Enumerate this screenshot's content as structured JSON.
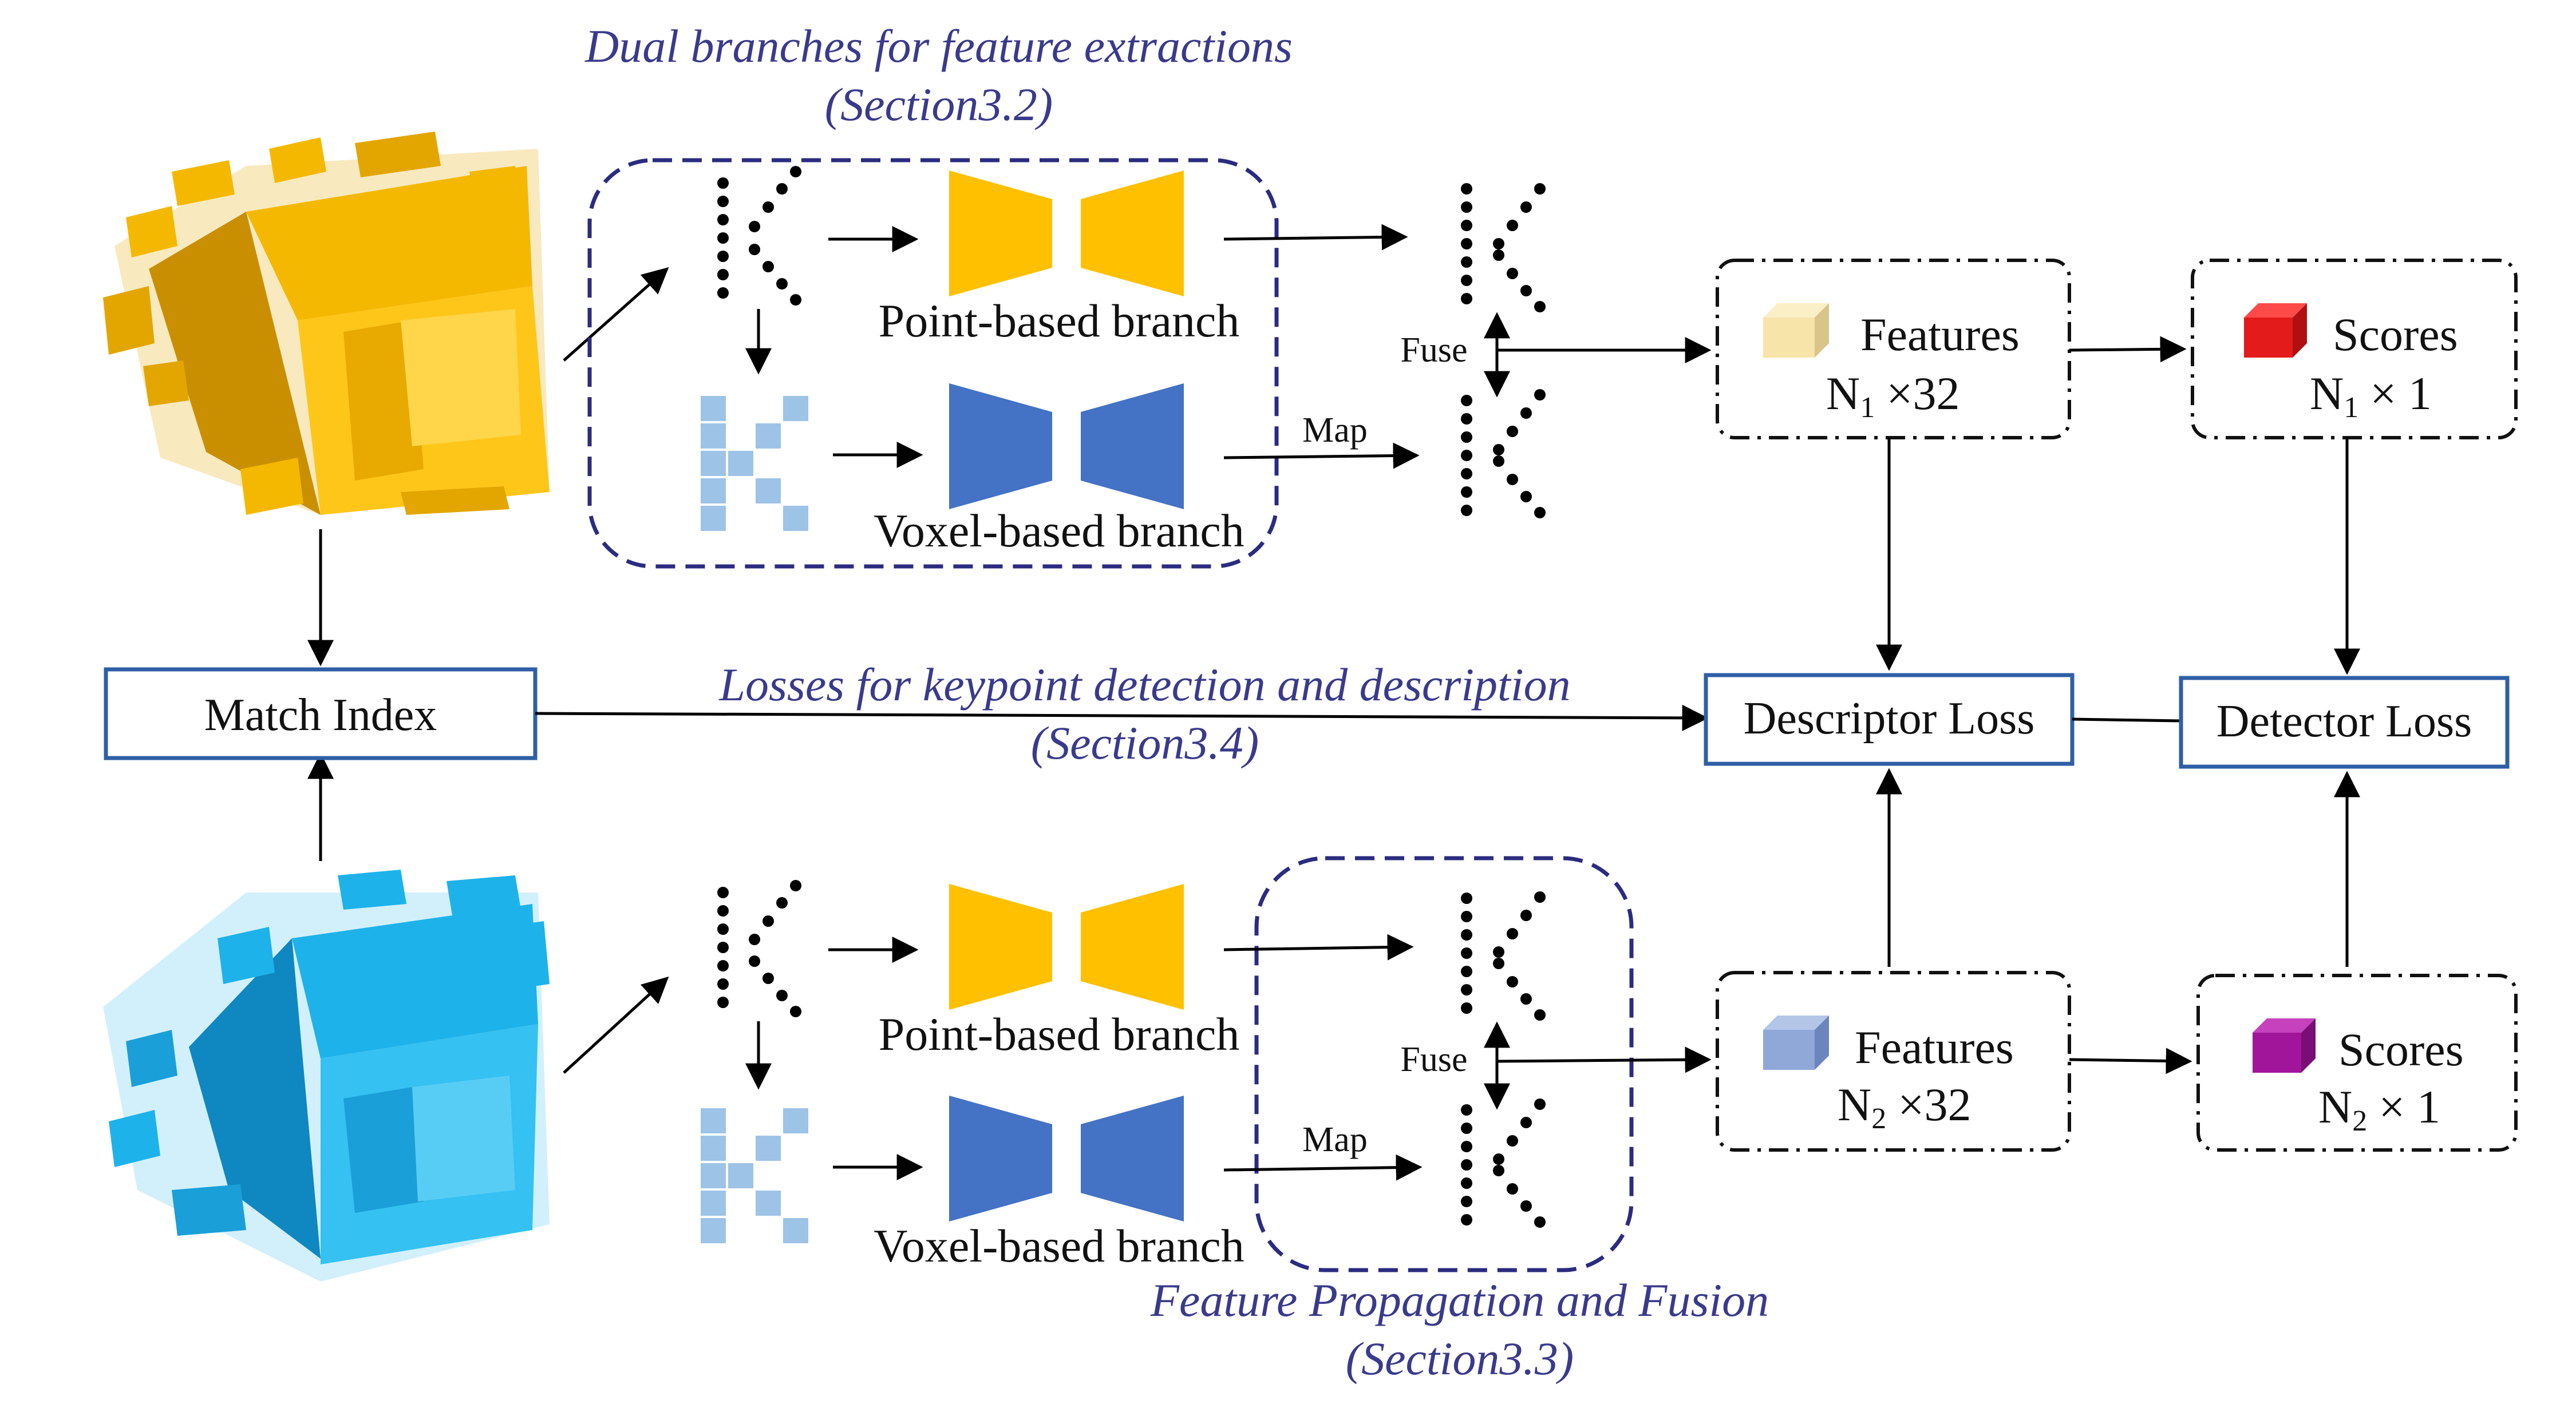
{
  "captions": {
    "top": {
      "line1": "Dual branches for feature extractions",
      "line2": "(Section3.2)"
    },
    "middle": {
      "line1": "Losses for keypoint detection and description",
      "line2": "(Section3.4)"
    },
    "bottom": {
      "line1": "Feature Propagation and Fusion",
      "line2": "(Section3.3)"
    }
  },
  "top": {
    "point_branch": "Point-based branch",
    "voxel_branch": "Voxel-based branch",
    "fuse": "Fuse",
    "map": "Map",
    "features": {
      "title": "Features",
      "n": "N",
      "sub": "1",
      "dim": "×32"
    },
    "scores": {
      "title": "Scores",
      "n": "N",
      "sub": "1",
      "dim": "× 1"
    }
  },
  "bottom": {
    "point_branch": "Point-based branch",
    "voxel_branch": "Voxel-based branch",
    "fuse": "Fuse",
    "map": "Map",
    "features": {
      "title": "Features",
      "n": "N",
      "sub": "2",
      "dim": "×32"
    },
    "scores": {
      "title": "Scores",
      "n": "N",
      "sub": "2",
      "dim": "× 1"
    }
  },
  "boxes": {
    "match_index": "Match Index",
    "descriptor_loss": "Descriptor Loss",
    "detector_loss": "Detector Loss"
  },
  "colors": {
    "point_cloud_top": "#f5b800",
    "point_cloud_bottom": "#1eb2ea",
    "point_branch": "#ffc000",
    "voxel_branch": "#4472c4",
    "voxel_cube": "#9dc3e6",
    "caption": "#3a3a8c",
    "feature_cube_top": "#f7e4a8",
    "feature_cube_bottom": "#8fa8d8",
    "score_cube_top": "#e31b1b",
    "score_cube_bottom": "#a1159b"
  }
}
